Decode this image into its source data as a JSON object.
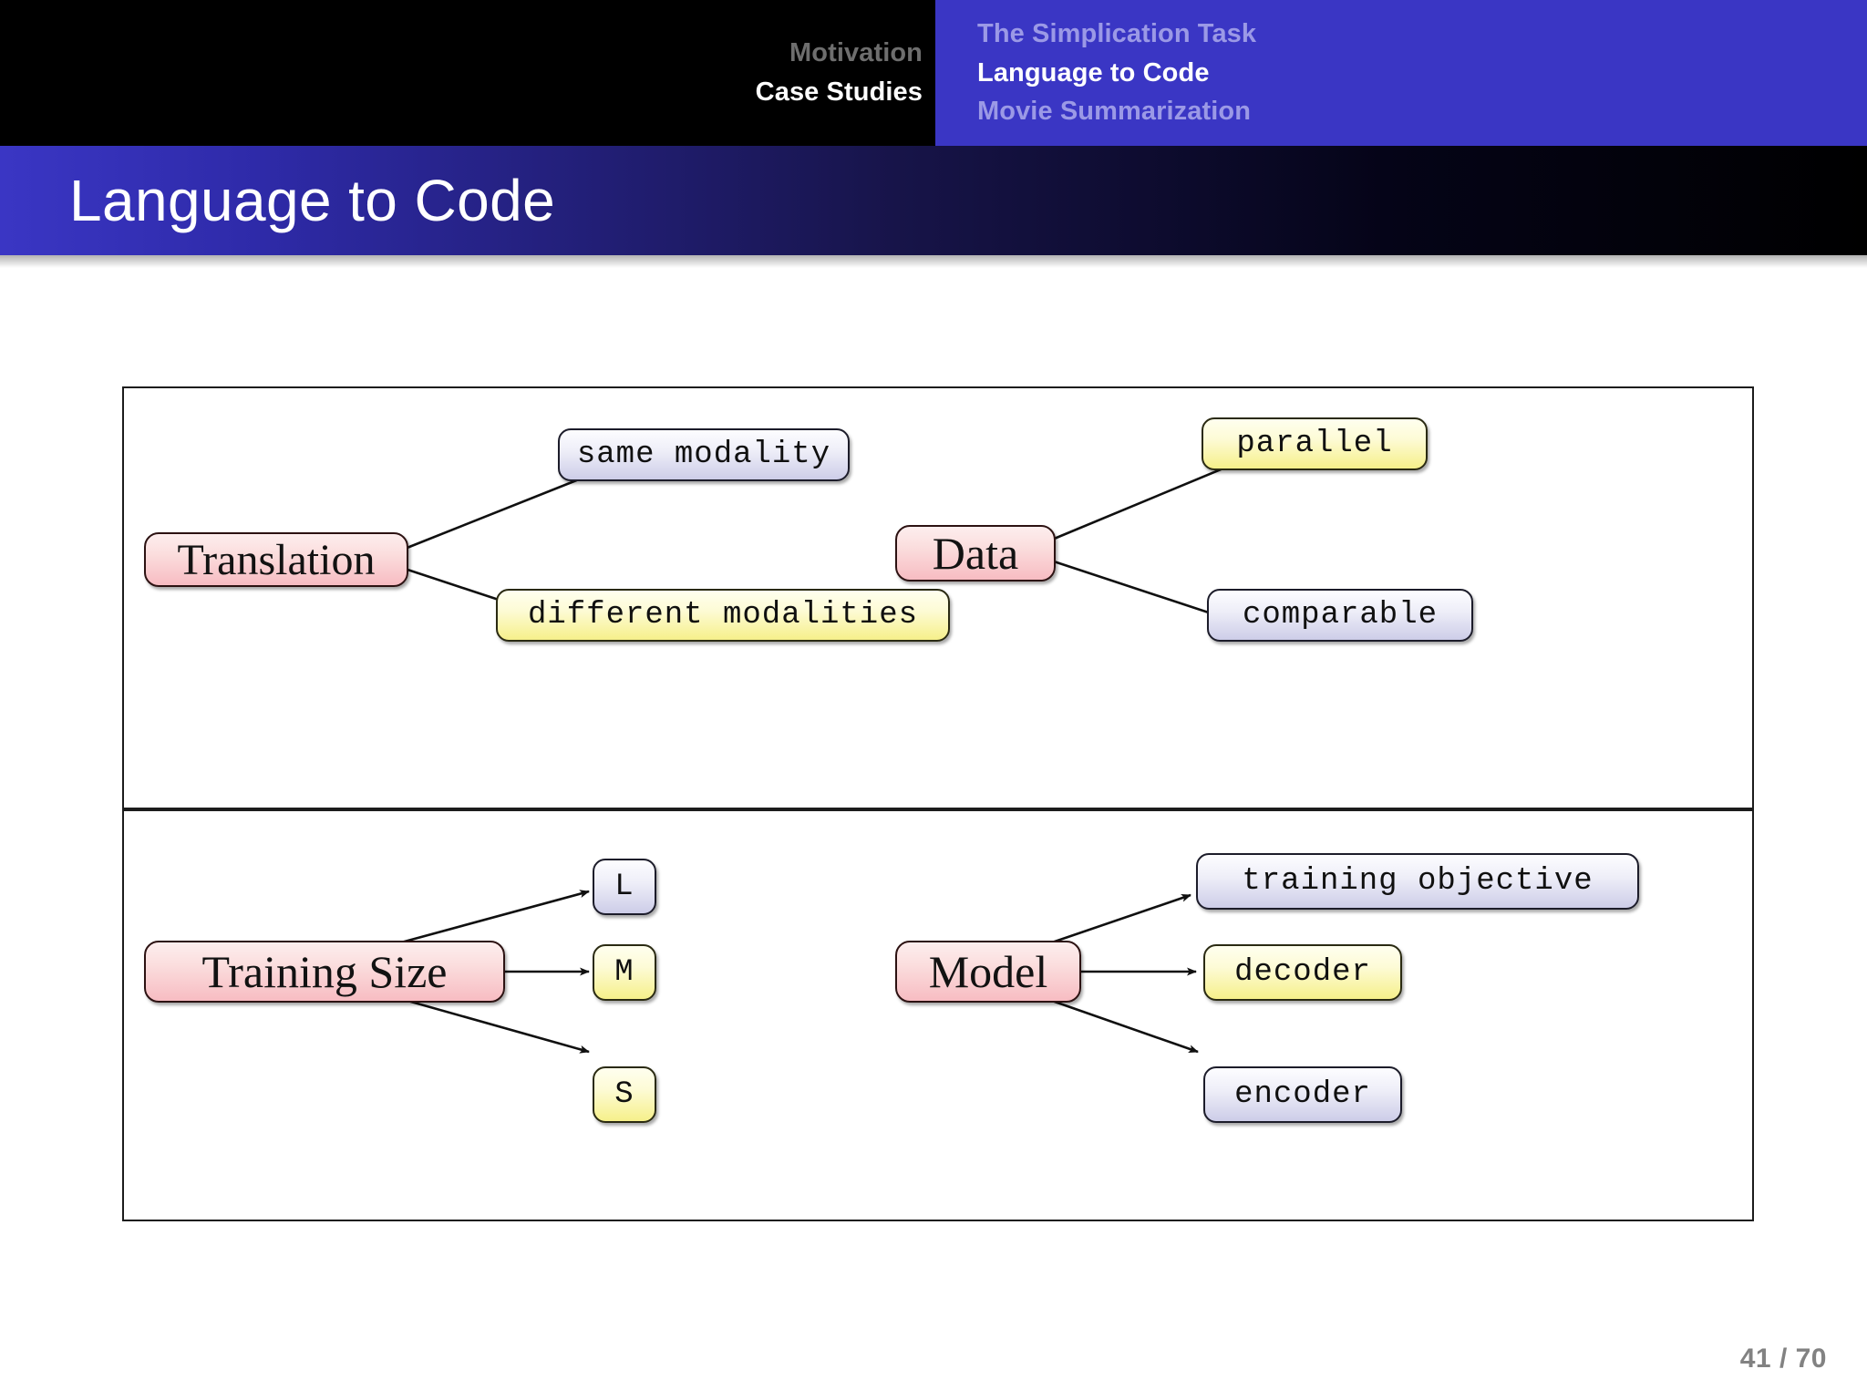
{
  "nav": {
    "section_left": {
      "name": "case-studies-section",
      "items": [
        {
          "label": "Motivation",
          "active": false
        },
        {
          "label": "Case Studies",
          "active": true
        }
      ]
    },
    "section_right": {
      "name": "subsections",
      "items": [
        {
          "label": "The Simplication Task",
          "active": false
        },
        {
          "label": "Language to Code",
          "active": true
        },
        {
          "label": "Movie Summarization",
          "active": false
        }
      ]
    }
  },
  "slide": {
    "title": "Language to Code",
    "page_number": "41 / 70"
  },
  "colors": {
    "nav_active_blue": "#3a36c4",
    "nav_inactive_dim": "#9b99e6",
    "nav_black": "#000000",
    "node_pink": "#f7bcc2",
    "node_lavender": "#cdcde8",
    "node_yellow": "#f6f08a",
    "panel_border": "#1c1c1c",
    "page_number_gray": "#828282"
  },
  "diagram": {
    "panels": [
      {
        "name": "panel-top",
        "groups": [
          {
            "root": {
              "label": "Translation",
              "color": "pink"
            },
            "children": [
              {
                "label": "same modality",
                "color": "lavender"
              },
              {
                "label": "different modalities",
                "color": "yellow"
              }
            ]
          },
          {
            "root": {
              "label": "Data",
              "color": "pink"
            },
            "children": [
              {
                "label": "parallel",
                "color": "yellow"
              },
              {
                "label": "comparable",
                "color": "lavender"
              }
            ]
          }
        ]
      },
      {
        "name": "panel-bottom",
        "groups": [
          {
            "root": {
              "label": "Training Size",
              "color": "pink"
            },
            "children": [
              {
                "label": "L",
                "color": "lavender"
              },
              {
                "label": "M",
                "color": "yellow"
              },
              {
                "label": "S",
                "color": "yellow"
              }
            ]
          },
          {
            "root": {
              "label": "Model",
              "color": "pink"
            },
            "children": [
              {
                "label": "training objective",
                "color": "lavender"
              },
              {
                "label": "decoder",
                "color": "yellow"
              },
              {
                "label": "encoder",
                "color": "lavender"
              }
            ]
          }
        ]
      }
    ]
  }
}
